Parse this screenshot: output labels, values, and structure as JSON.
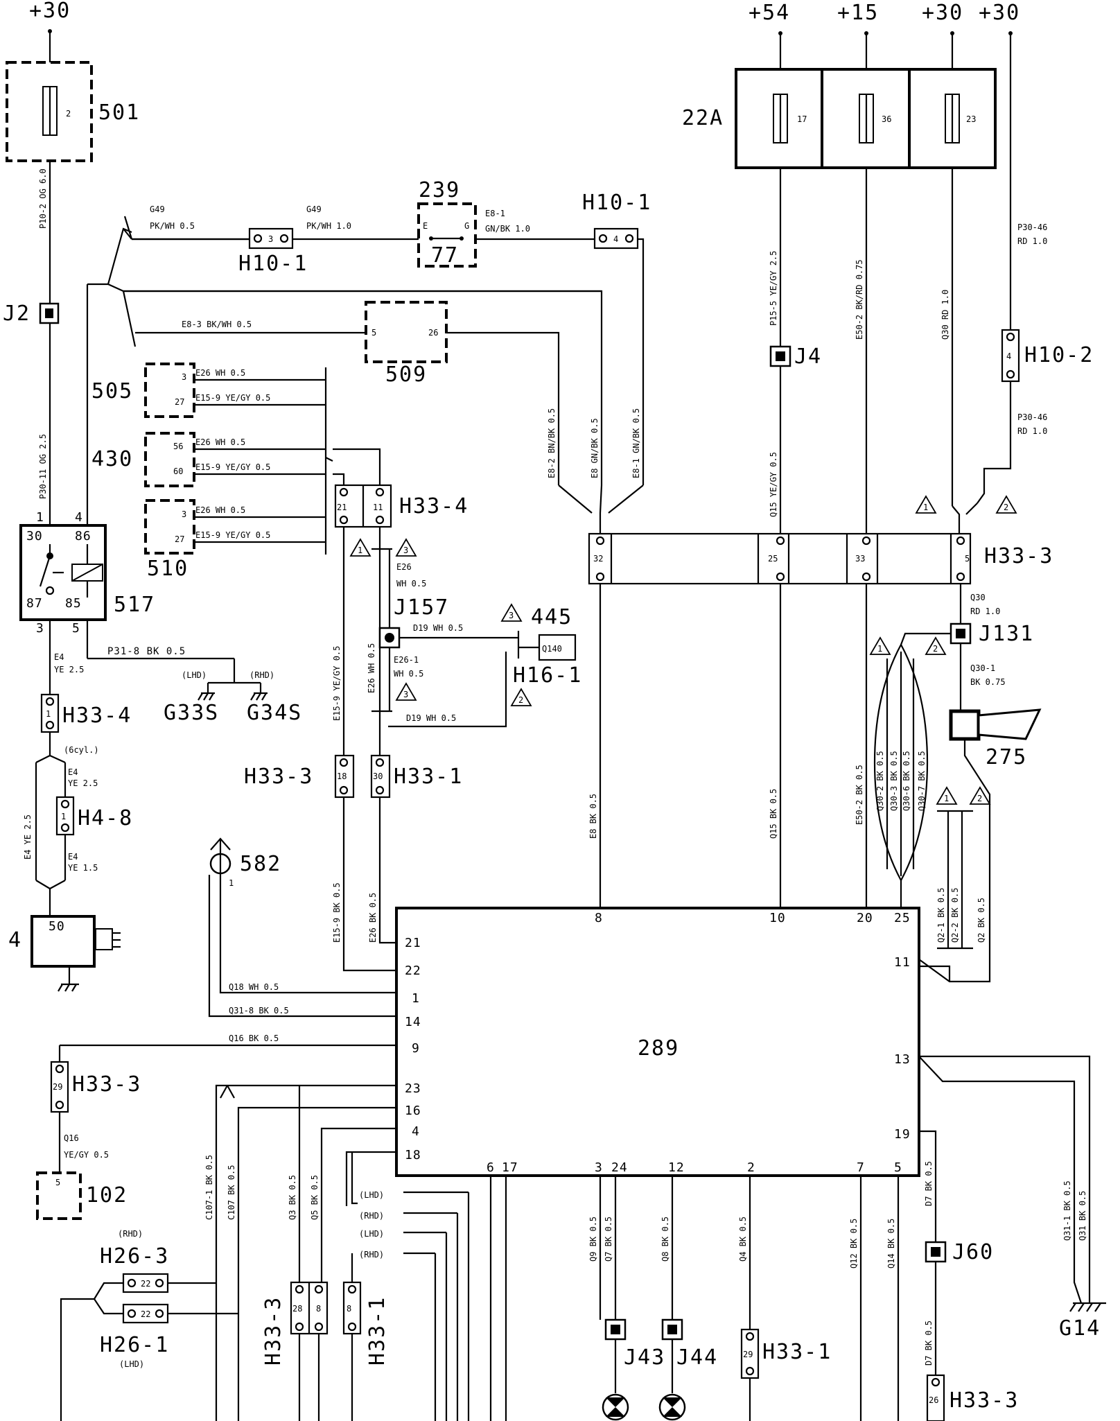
{
  "power": {
    "p30_left": "+30",
    "p54": "+54",
    "p15": "+15",
    "p30_a": "+30",
    "p30_b": "+30"
  },
  "fusebox_501": {
    "label": "501",
    "fuse": "2"
  },
  "fusebox_22a": {
    "label": "22A",
    "fuses": [
      "17",
      "36",
      "23"
    ]
  },
  "components": {
    "c239": "239",
    "c77": "77",
    "c509": "509",
    "c505": "505",
    "c430": "430",
    "c510": "510",
    "c517": "517",
    "c445": "445",
    "c275": "275",
    "c582": "582",
    "c4": "4",
    "c289": "289",
    "c102": "102"
  },
  "connectors": {
    "h10_1_left": "H10-1",
    "h10_1_right": "H10-1",
    "h10_2": "H10-2",
    "h33_4_top": "H33-4",
    "h33_4_left": "H33-4",
    "h33_3_right": "H33-3",
    "h33_3_mid": "H33-3",
    "h33_1_mid": "H33-1",
    "h16_1": "H16-1",
    "h4_8": "H4-8",
    "h33_3_low": "H33-3",
    "h26_3": "H26-3",
    "h26_1": "H26-1",
    "h33_3_vert": "H33-3",
    "h33_1_vert": "H33-1",
    "h33_1_low": "H33-1",
    "h33_3_bottom": "H33-3"
  },
  "junctions": {
    "j2": "J2",
    "j4": "J4",
    "j131": "J131",
    "j157": "J157",
    "j43": "J43",
    "j44": "J44",
    "j60": "J60"
  },
  "grounds": {
    "g33s": "G33S",
    "g34s": "G34S",
    "g14": "G14"
  },
  "notes": {
    "lhd1": "(LHD)",
    "rhd1": "(RHD)",
    "rhd_h26": "(RHD)",
    "lhd_h26": "(LHD)",
    "cyl": "(6cyl.)"
  },
  "relay_517": {
    "p30": "30",
    "p86": "86",
    "p87": "87",
    "p85": "85",
    "w1": "1",
    "w4": "4",
    "w3": "3",
    "w5": "5"
  },
  "wires": {
    "g49a": "G49",
    "g49a_spec": "PK/WH 0.5",
    "g49b": "G49",
    "g49b_spec": "PK/WH 1.0",
    "e8_1": "E8-1",
    "e8_1_spec": "GN/BK 1.0",
    "e8_3": "E8-3 BK/WH 0.5",
    "e26_a": "E26 WH 0.5",
    "e15_a": "E15-9 YE/GY 0.5",
    "e26_b": "E26 WH 0.5",
    "e15_b": "E15-9 YE/GY 0.5",
    "e26_c": "E26 WH 0.5",
    "e15_c": "E15-9 YE/GY 0.5",
    "e8_2v": "E8-2 BN/BK 0.5",
    "e8v": "E8 GN/BK 0.5",
    "e8_1v": "E8-1 GN/BK 0.5",
    "p15_5": "P15-5 YE/GY 2.5",
    "e50_2": "E50-2 BK/RD 0.75",
    "q30v": "Q30 RD 1.0",
    "p30_46a": "P30-46",
    "p30_46a_spec": "RD 1.0",
    "p30_46b": "P30-46",
    "p30_46b_spec": "RD 1.0",
    "q15_top": "Q15 YE/GY 0.5",
    "q30_h": "Q30",
    "q30_h_spec": "RD 1.0",
    "q30_1": "Q30-1",
    "q30_1_spec": "BK 0.75",
    "e26_d": "E26",
    "e26_d_spec": "WH 0.5",
    "d19_a": "D19 WH 0.5",
    "e26_1": "E26-1",
    "e26_1_spec": "WH 0.5",
    "d19_b": "D19 WH 0.5",
    "e15_v": "E15-9 YE/GY 0.5",
    "e26_v": "E26 WH 0.5",
    "e4_a": "E4",
    "e4_a_spec": "YE 2.5",
    "p31_8": "P31-8 BK 0.5",
    "e4_b": "E4",
    "e4_b_spec": "YE 2.5",
    "e4_c": "E4",
    "e4_c_spec": "YE 1.5",
    "e4_side": "E4 YE 2.5",
    "p10_2": "P10-2 OG 6.0",
    "p30_11": "P30-11 OG 2.5",
    "e8_bk": "E8 BK 0.5",
    "q15_bk": "Q15 BK 0.5",
    "e50_bk": "E50-2 BK 0.5",
    "q30_2": "Q30-2 BK 0.5",
    "q30_3": "Q30-3 BK 0.5",
    "q30_6": "Q30-6 BK 0.5",
    "q30_7": "Q30-7 BK 0.5",
    "q2_1": "Q2-1 BK 0.5",
    "q2_2": "Q2-2 BK 0.5",
    "q2": "Q2 BK 0.5",
    "e15_bk": "E15-9 BK 0.5",
    "e26_bk": "E26 BK 0.5",
    "q18": "Q18 WH 0.5",
    "q31_8": "Q31-8 BK 0.5",
    "q16_bk": "Q16 BK 0.5",
    "q16": "Q16",
    "q16_spec": "YE/GY 0.5",
    "c107_1": "C107-1 BK 0.5",
    "c107": "C107 BK 0.5",
    "q3": "Q3 BK 0.5",
    "q5": "Q5 BK 0.5",
    "q9": "Q9 BK 0.5",
    "q7": "Q7 BK 0.5",
    "q8": "Q8 BK 0.5",
    "q4": "Q4 BK 0.5",
    "q12": "Q12 BK 0.5",
    "q14": "Q14 BK 0.5",
    "d7a": "D7 BK 0.5",
    "d7b": "D7 BK 0.5",
    "q31_1": "Q31-1 BK 0.5",
    "q31": "Q31 BK 0.5"
  },
  "ecu_pins": {
    "p8": "8",
    "p10": "10",
    "p20": "20",
    "p25": "25",
    "p21": "21",
    "p22": "22",
    "p1": "1",
    "p14": "14",
    "p9": "9",
    "p23": "23",
    "p16": "16",
    "p4": "4",
    "p18": "18",
    "p11": "11",
    "p13": "13",
    "p19": "19",
    "p6": "6",
    "p17": "17",
    "p3": "3",
    "p24": "24",
    "p12": "12",
    "p2": "2",
    "p7": "7",
    "p5": "5"
  },
  "pin_numbers": {
    "h10_1a": "3",
    "h10_1b": "4",
    "h10_2": "4",
    "sw_e": "E",
    "sw_g": "G",
    "p509_5": "5",
    "p509_26": "26",
    "p505_3": "3",
    "p505_27": "27",
    "p430_56": "56",
    "p430_60": "60",
    "p510_3": "3",
    "p510_27": "27",
    "h33_4_21": "21",
    "h33_4_11": "11",
    "h33_3_32": "32",
    "h33_3_25": "25",
    "h33_3_33": "33",
    "h33_3_5": "5",
    "h33_3_18": "18",
    "h33_1_30": "30",
    "h33_4l_1": "1",
    "h4_8_1": "1",
    "p4_50": "50",
    "h33_3b_29": "29",
    "p102_5": "5",
    "h26_3_22": "22",
    "h26_1_22": "22",
    "h33_3v_28": "28",
    "h33_3v_8": "8",
    "h33_1v_8": "8",
    "h33_1l_29": "29",
    "h33_3bt_26": "26",
    "q140": "Q140",
    "p582_1": "1"
  },
  "callouts": {
    "t1": "1",
    "t2": "2",
    "t3": "3"
  }
}
